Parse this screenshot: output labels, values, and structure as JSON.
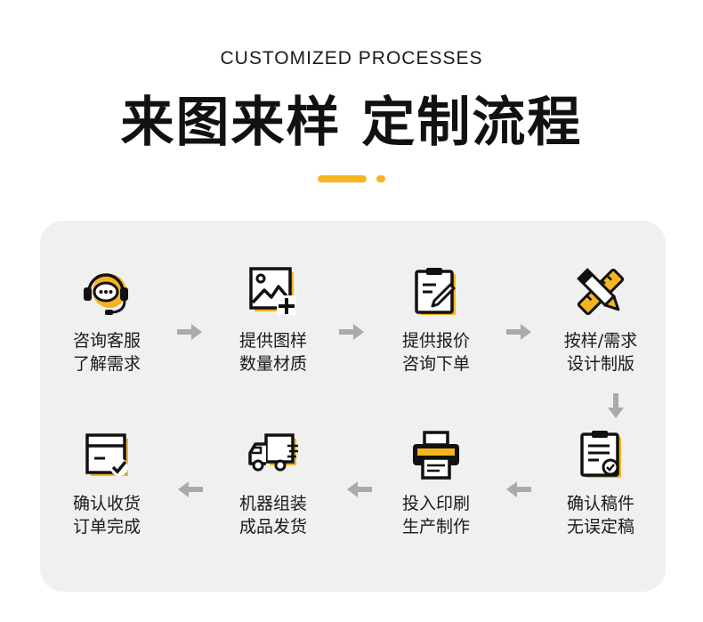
{
  "header": {
    "subtitle": "CUSTOMIZED PROCESSES",
    "title": "来图来样 定制流程"
  },
  "accent_color": "#f6b51e",
  "panel_color": "#f0f0f0",
  "arrow_color": "#aaaaaa",
  "steps": [
    {
      "icon": "headset-chat-icon",
      "line1": "咨询客服",
      "line2": "了解需求"
    },
    {
      "icon": "image-add-icon",
      "line1": "提供图样",
      "line2": "数量材质"
    },
    {
      "icon": "clipboard-pencil-icon",
      "line1": "提供报价",
      "line2": "咨询下单"
    },
    {
      "icon": "pencil-ruler-icon",
      "line1": "按样/需求",
      "line2": "设计制版"
    },
    {
      "icon": "clipboard-check-icon",
      "line1": "确认稿件",
      "line2": "无误定稿"
    },
    {
      "icon": "printer-icon",
      "line1": "投入印刷",
      "line2": "生产制作"
    },
    {
      "icon": "delivery-truck-icon",
      "line1": "机器组装",
      "line2": "成品发货"
    },
    {
      "icon": "package-check-icon",
      "line1": "确认收货",
      "line2": "订单完成"
    }
  ]
}
